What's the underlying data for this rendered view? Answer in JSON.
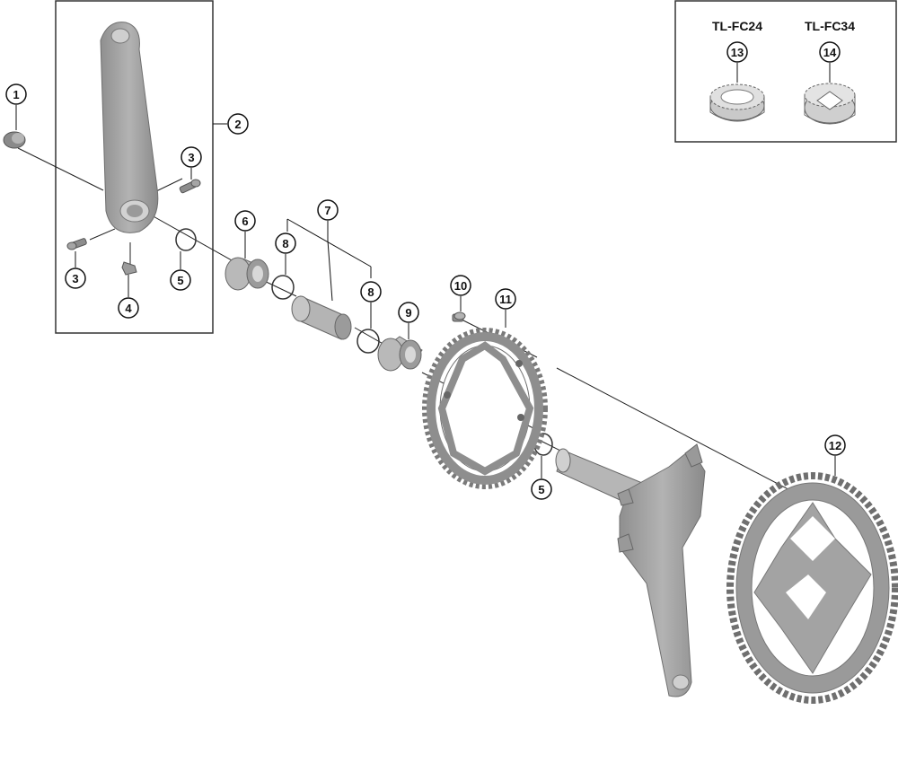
{
  "callouts": {
    "c1": "1",
    "c2": "2",
    "c3a": "3",
    "c3b": "3",
    "c4": "4",
    "c5a": "5",
    "c5b": "5",
    "c6": "6",
    "c7": "7",
    "c8a": "8",
    "c8b": "8",
    "c9": "9",
    "c10": "10",
    "c11": "11",
    "c12": "12",
    "c13": "13",
    "c14": "14"
  },
  "tools": {
    "tool_a": "TL-FC24",
    "tool_b": "TL-FC34"
  },
  "colors": {
    "part_fill": "#a9a9a9",
    "part_dark": "#7d7d7d",
    "line": "#222222",
    "frame": "#333333"
  }
}
